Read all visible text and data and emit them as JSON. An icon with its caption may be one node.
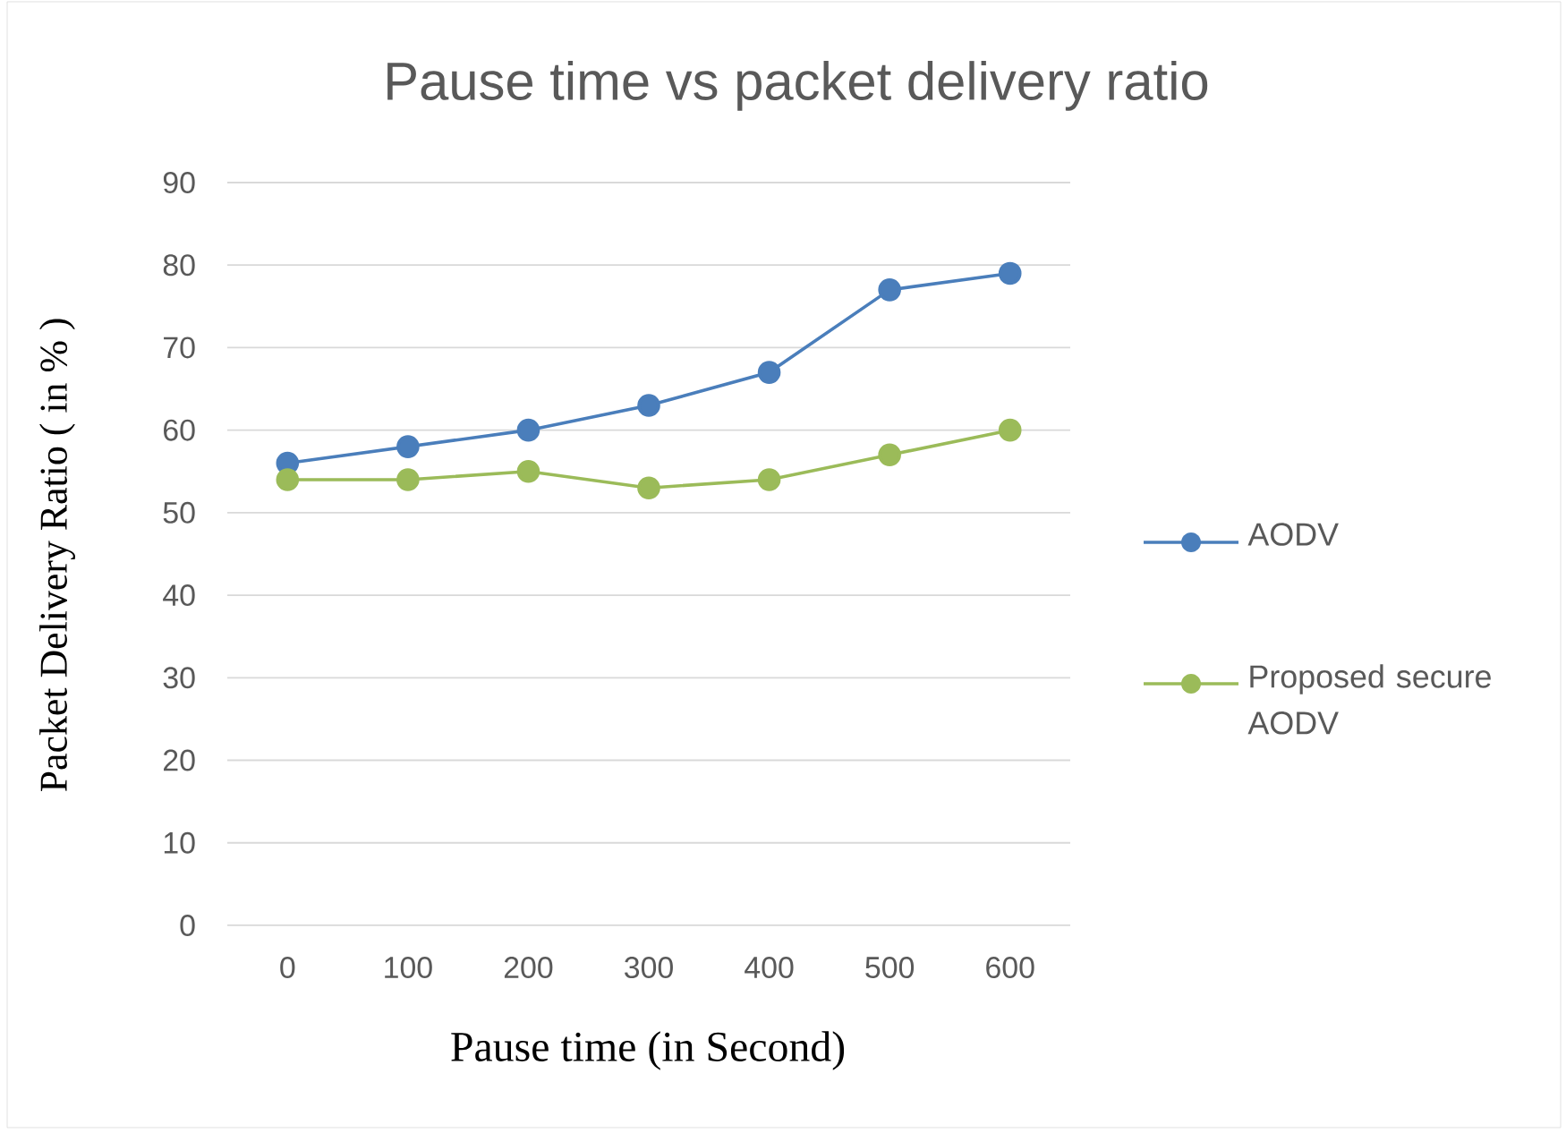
{
  "diagram": {
    "chart_data": {
      "type": "line",
      "title": "Pause time vs packet delivery ratio",
      "xlabel": "Pause time (in Second)",
      "ylabel": "Packet Delivery Ratio ( in % )",
      "x": [
        0,
        100,
        200,
        300,
        400,
        500,
        600
      ],
      "series": [
        {
          "name": "AODV",
          "color": "#4a7ebb",
          "marker": "circle",
          "values": [
            56,
            58,
            60,
            63,
            67,
            77,
            79
          ]
        },
        {
          "name": "Proposed secure AODV",
          "color": "#9bbb59",
          "marker": "circle",
          "values": [
            54,
            54,
            55,
            53,
            54,
            57,
            60
          ]
        }
      ],
      "grid": "y",
      "legend": "right",
      "xlim": [
        -50,
        650
      ],
      "ylim": [
        0,
        90
      ],
      "xticks": [
        0,
        100,
        200,
        300,
        400,
        500,
        600
      ],
      "yticks": [
        0,
        10,
        20,
        30,
        40,
        50,
        60,
        70,
        80,
        90
      ]
    }
  }
}
